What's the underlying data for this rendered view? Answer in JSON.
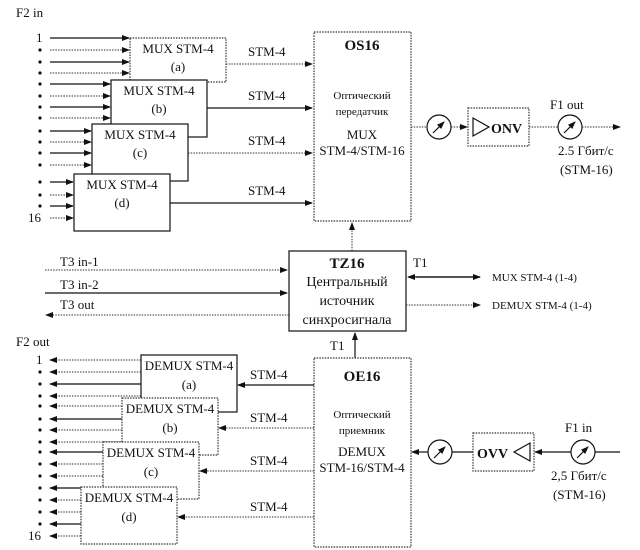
{
  "labels": {
    "f2_in": "F2 in",
    "f2_out": "F2 out",
    "first_port": "1",
    "last_port": "16",
    "stm4": "STM-4",
    "t1": "T1",
    "t3_in_1": "T3 in-1",
    "t3_in_2": "T3 in-2",
    "t3_out": "T3 out",
    "mux_targets": "MUX STM-4 (1-4)",
    "demux_targets": "DEMUX STM-4 (1-4)",
    "f1_out": "F1 out",
    "f1_in": "F1 in",
    "rate_out": "2.5 Гбит/с",
    "rate_in": "2,5 Гбит/с",
    "stm16": "(STM-16)"
  },
  "mux_blocks": [
    {
      "title": "MUX STM-4",
      "suffix": "(a)"
    },
    {
      "title": "MUX STM-4",
      "suffix": "(b)"
    },
    {
      "title": "MUX STM-4",
      "suffix": "(c)"
    },
    {
      "title": "MUX STM-4",
      "suffix": "(d)"
    }
  ],
  "demux_blocks": [
    {
      "title": "DEMUX STM-4",
      "suffix": "(a)"
    },
    {
      "title": "DEMUX STM-4",
      "suffix": "(b)"
    },
    {
      "title": "DEMUX STM-4",
      "suffix": "(c)"
    },
    {
      "title": "DEMUX STM-4",
      "suffix": "(d)"
    }
  ],
  "os16": {
    "title": "OS16",
    "line1": "Оптический",
    "line2": "передатчик",
    "line3": "MUX",
    "line4": "STM-4/STM-16"
  },
  "oe16": {
    "title": "OE16",
    "line1": "Оптический",
    "line2": "приемник",
    "line3": "DEMUX",
    "line4": "STM-16/STM-4"
  },
  "tz16": {
    "title": "TZ16",
    "line1": "Центральный",
    "line2": "источник",
    "line3": "синхросигнала"
  },
  "onv": {
    "label": "ONV"
  },
  "ovv": {
    "label": "OVV"
  }
}
